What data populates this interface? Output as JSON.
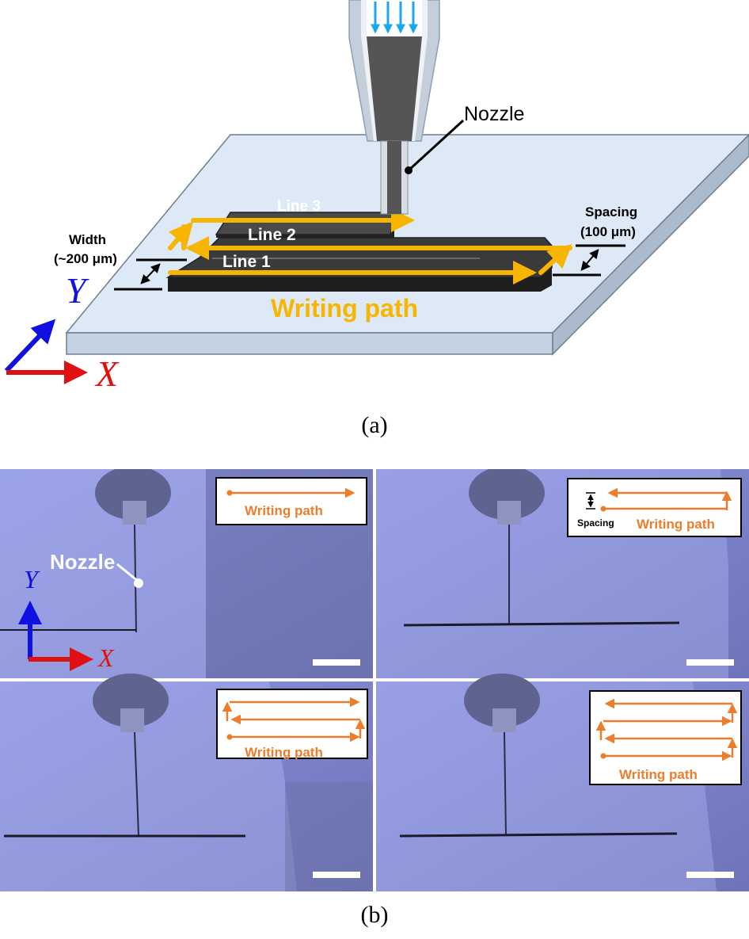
{
  "figure_a": {
    "nozzle_label": "Nozzle",
    "line_labels": [
      "Line 3",
      "Line 2",
      "Line 1"
    ],
    "width_label": "Width",
    "width_value": "(~200 μm)",
    "spacing_label": "Spacing",
    "spacing_value": "(100 μm)",
    "writing_path_label": "Writing path",
    "axis_y": "Y",
    "axis_x": "X",
    "caption": "(a)"
  },
  "figure_b": {
    "nozzle_label": "Nozzle",
    "axis_y": "Y",
    "axis_x": "X",
    "panels": [
      {
        "inset_label": "Writing path"
      },
      {
        "inset_label": "Writing path",
        "spacing_label": "Spacing"
      },
      {
        "inset_label": "Writing path"
      },
      {
        "inset_label": "Writing path"
      }
    ],
    "caption": "(b)"
  },
  "colors": {
    "writing_path": "#f7b500",
    "inset_arrow": "#ee7d2b",
    "axis_y": "#1010e0",
    "axis_x": "#e01010",
    "substrate": "#dde9f6",
    "photo_bg": "#7f86d6"
  }
}
